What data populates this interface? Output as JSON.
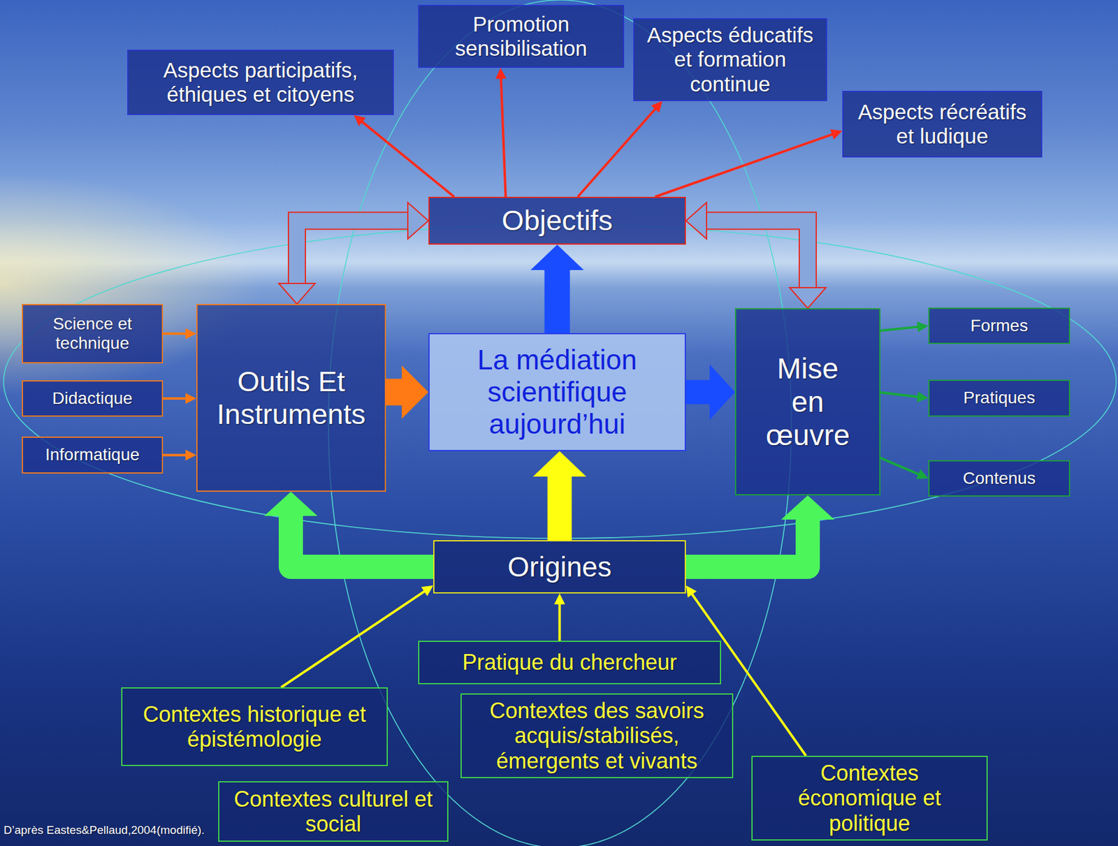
{
  "diagram": {
    "nodes": [
      {
        "text": [
          "Aspects participatifs, éthiques et citoyens"
        ]
      },
      {
        "text": [
          "Promotion sensibilisation"
        ]
      },
      {
        "text": [
          "Aspects éducatifs et formation continue"
        ]
      },
      {
        "text": [
          "Aspects récréatifs et ludique"
        ]
      },
      {
        "text": [
          "Objectifs"
        ]
      },
      {
        "text": [
          "Science et technique"
        ]
      },
      {
        "text": [
          "Didactique"
        ]
      },
      {
        "text": [
          "Informatique"
        ]
      },
      {
        "text": [
          "Outils Et Instruments"
        ]
      },
      {
        "text": [
          "La médiation scientifique aujourd’hui"
        ]
      },
      {
        "text": [
          "Mise en œuvre"
        ]
      },
      {
        "text": [
          "Formes"
        ]
      },
      {
        "text": [
          "Pratiques"
        ]
      },
      {
        "text": [
          "Contenus"
        ]
      },
      {
        "text": [
          "Origines"
        ]
      },
      {
        "text": [
          "Pratique du chercheur"
        ]
      },
      {
        "text": [
          "Contextes historique et épistémologie"
        ]
      },
      {
        "text": [
          "Contextes des savoirs acquis/stabilisés, émergents et vivants"
        ]
      },
      {
        "text": [
          "Contextes culturel et social"
        ]
      },
      {
        "text": [
          "Contextes économique et politique"
        ]
      }
    ],
    "edges": [
      {
        "from": 4,
        "to": 0,
        "arrow": "to"
      },
      {
        "from": 4,
        "to": 1,
        "arrow": "to"
      },
      {
        "from": 4,
        "to": 2,
        "arrow": "to"
      },
      {
        "from": 4,
        "to": 3,
        "arrow": "to"
      },
      {
        "from": 8,
        "to": 4,
        "arrow": "both"
      },
      {
        "from": 4,
        "to": 10,
        "arrow": "both"
      },
      {
        "from": 9,
        "to": 4,
        "arrow": "to"
      },
      {
        "from": 5,
        "to": 8,
        "arrow": "to"
      },
      {
        "from": 6,
        "to": 8,
        "arrow": "to"
      },
      {
        "from": 7,
        "to": 8,
        "arrow": "to"
      },
      {
        "from": 8,
        "to": 9,
        "arrow": "to"
      },
      {
        "from": 9,
        "to": 10,
        "arrow": "to"
      },
      {
        "from": 10,
        "to": 11,
        "arrow": "to"
      },
      {
        "from": 10,
        "to": 12,
        "arrow": "to"
      },
      {
        "from": 10,
        "to": 13,
        "arrow": "to"
      },
      {
        "from": 14,
        "to": 9,
        "arrow": "to"
      },
      {
        "from": 14,
        "to": 8,
        "arrow": "to"
      },
      {
        "from": 14,
        "to": 10,
        "arrow": "to"
      },
      {
        "from": 15,
        "to": 14,
        "arrow": "to"
      },
      {
        "from": 16,
        "to": 14,
        "arrow": "to"
      },
      {
        "from": 19,
        "to": 14,
        "arrow": "to"
      }
    ],
    "labels": [
      "D’après Eastes&Pellaud,2004(modifié)."
    ]
  }
}
